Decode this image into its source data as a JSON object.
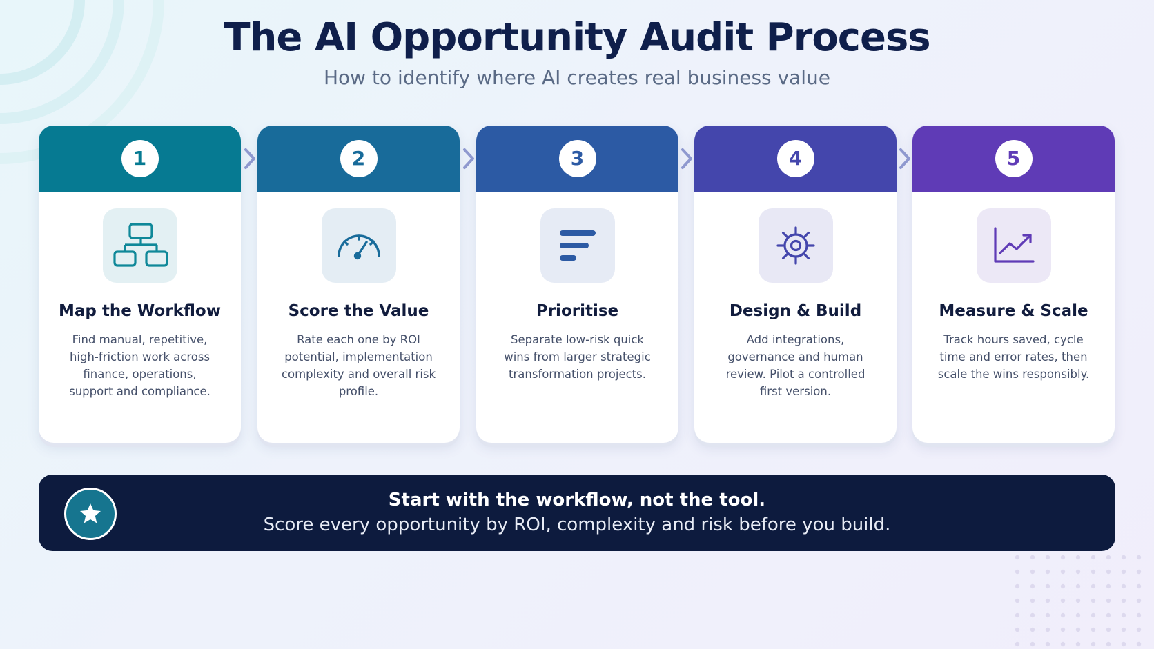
{
  "title": "The AI Opportunity Audit Process",
  "subtitle": "How to identify where AI creates real business value",
  "steps": [
    {
      "number": "1",
      "title": "Map the Workflow",
      "description": "Find manual, repetitive, high-friction work across finance, operations, support and compliance.",
      "icon": "workflow-icon",
      "color": "#067a92",
      "icon_bg": "#e3f0f3"
    },
    {
      "number": "2",
      "title": "Score the Value",
      "description": "Rate each one by ROI potential, implementation complexity and overall risk profile.",
      "icon": "gauge-icon",
      "color": "#186b9a",
      "icon_bg": "#e4edf4"
    },
    {
      "number": "3",
      "title": "Prioritise",
      "description": "Separate low-risk quick wins from larger strategic transformation projects.",
      "icon": "priority-bars-icon",
      "color": "#2c5aa4",
      "icon_bg": "#e6ebf5"
    },
    {
      "number": "4",
      "title": "Design & Build",
      "description": "Add integrations, governance and human review. Pilot a controlled first version.",
      "icon": "gear-icon",
      "color": "#4446ac",
      "icon_bg": "#e8e8f5"
    },
    {
      "number": "5",
      "title": "Measure & Scale",
      "description": "Track hours saved, cycle time and error rates, then scale the wins responsibly.",
      "icon": "growth-chart-icon",
      "color": "#5f3bb6",
      "icon_bg": "#ece8f6"
    }
  ],
  "banner": {
    "line1": "Start with the workflow, not the tool.",
    "line2": "Score every opportunity by ROI, complexity and risk before you build.",
    "icon": "star-icon",
    "bg_color": "#0d1b3e",
    "icon_color": "#16758f"
  },
  "connector_color": "#8f99cf"
}
